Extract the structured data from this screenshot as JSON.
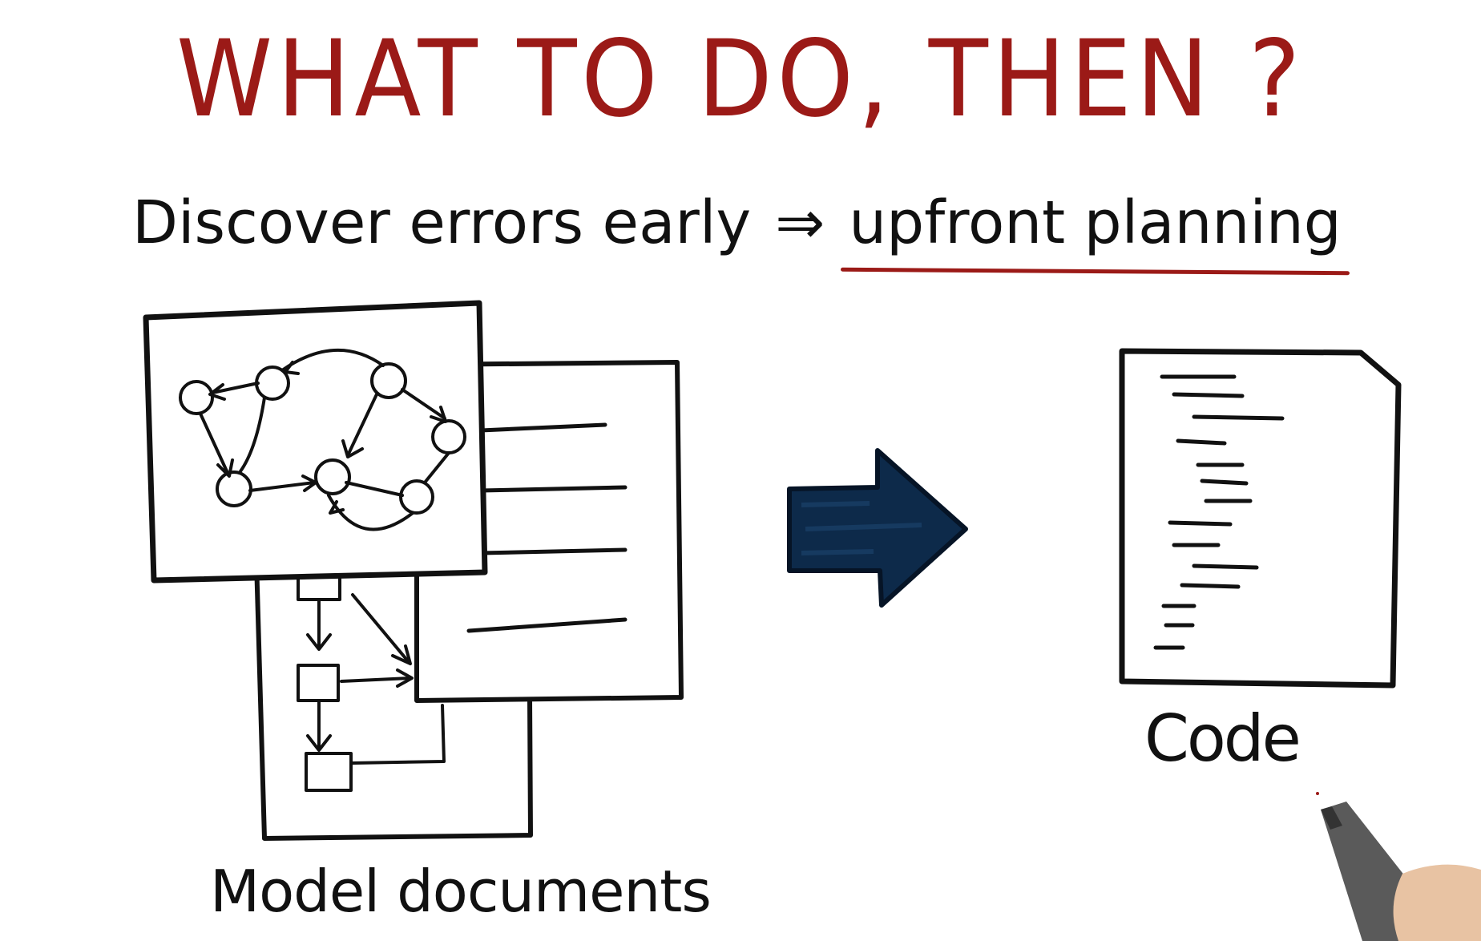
{
  "slide": {
    "title": "WHAT TO DO, THEN ?",
    "subtitle": {
      "text": "Discover errors early",
      "arrow": "⇒",
      "emphasis": "upfront planning"
    },
    "left_caption": "Model documents",
    "right_caption": "Code"
  },
  "colors": {
    "title": "#9b1a17",
    "ink": "#111111",
    "arrow": "#0d2a4a",
    "underline": "#9b1a17"
  },
  "icons": [
    "state-diagram-icon",
    "flowchart-icon",
    "text-document-icon",
    "right-arrow-icon",
    "code-file-icon",
    "pen-hand-icon"
  ]
}
